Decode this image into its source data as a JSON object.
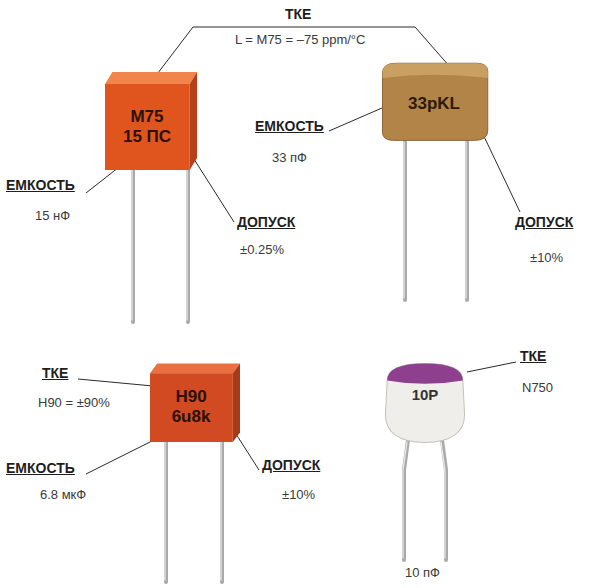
{
  "diagram": {
    "nodes": [
      {
        "text": [
          "M75",
          "15 ПС"
        ]
      },
      {
        "text": [
          "33pKL"
        ]
      },
      {
        "text": [
          "H90",
          "6u8k"
        ]
      },
      {
        "text": [
          "10P"
        ]
      }
    ],
    "labels": [
      "ТКЕ",
      "L = M75 = –75 ppm/°C",
      "ЕМКОСТЬ",
      "33 пФ",
      "ЕМКОСТЬ",
      "15 нФ",
      "ДОПУСК",
      "±0.25%",
      "ДОПУСК",
      "±10%",
      "ТКЕ",
      "H90 = ±90%",
      "ТКЕ",
      "N750",
      "ЕМКОСТЬ",
      "6.8 мкФ",
      "ДОПУСК",
      "±10%",
      "10 пФ"
    ]
  }
}
